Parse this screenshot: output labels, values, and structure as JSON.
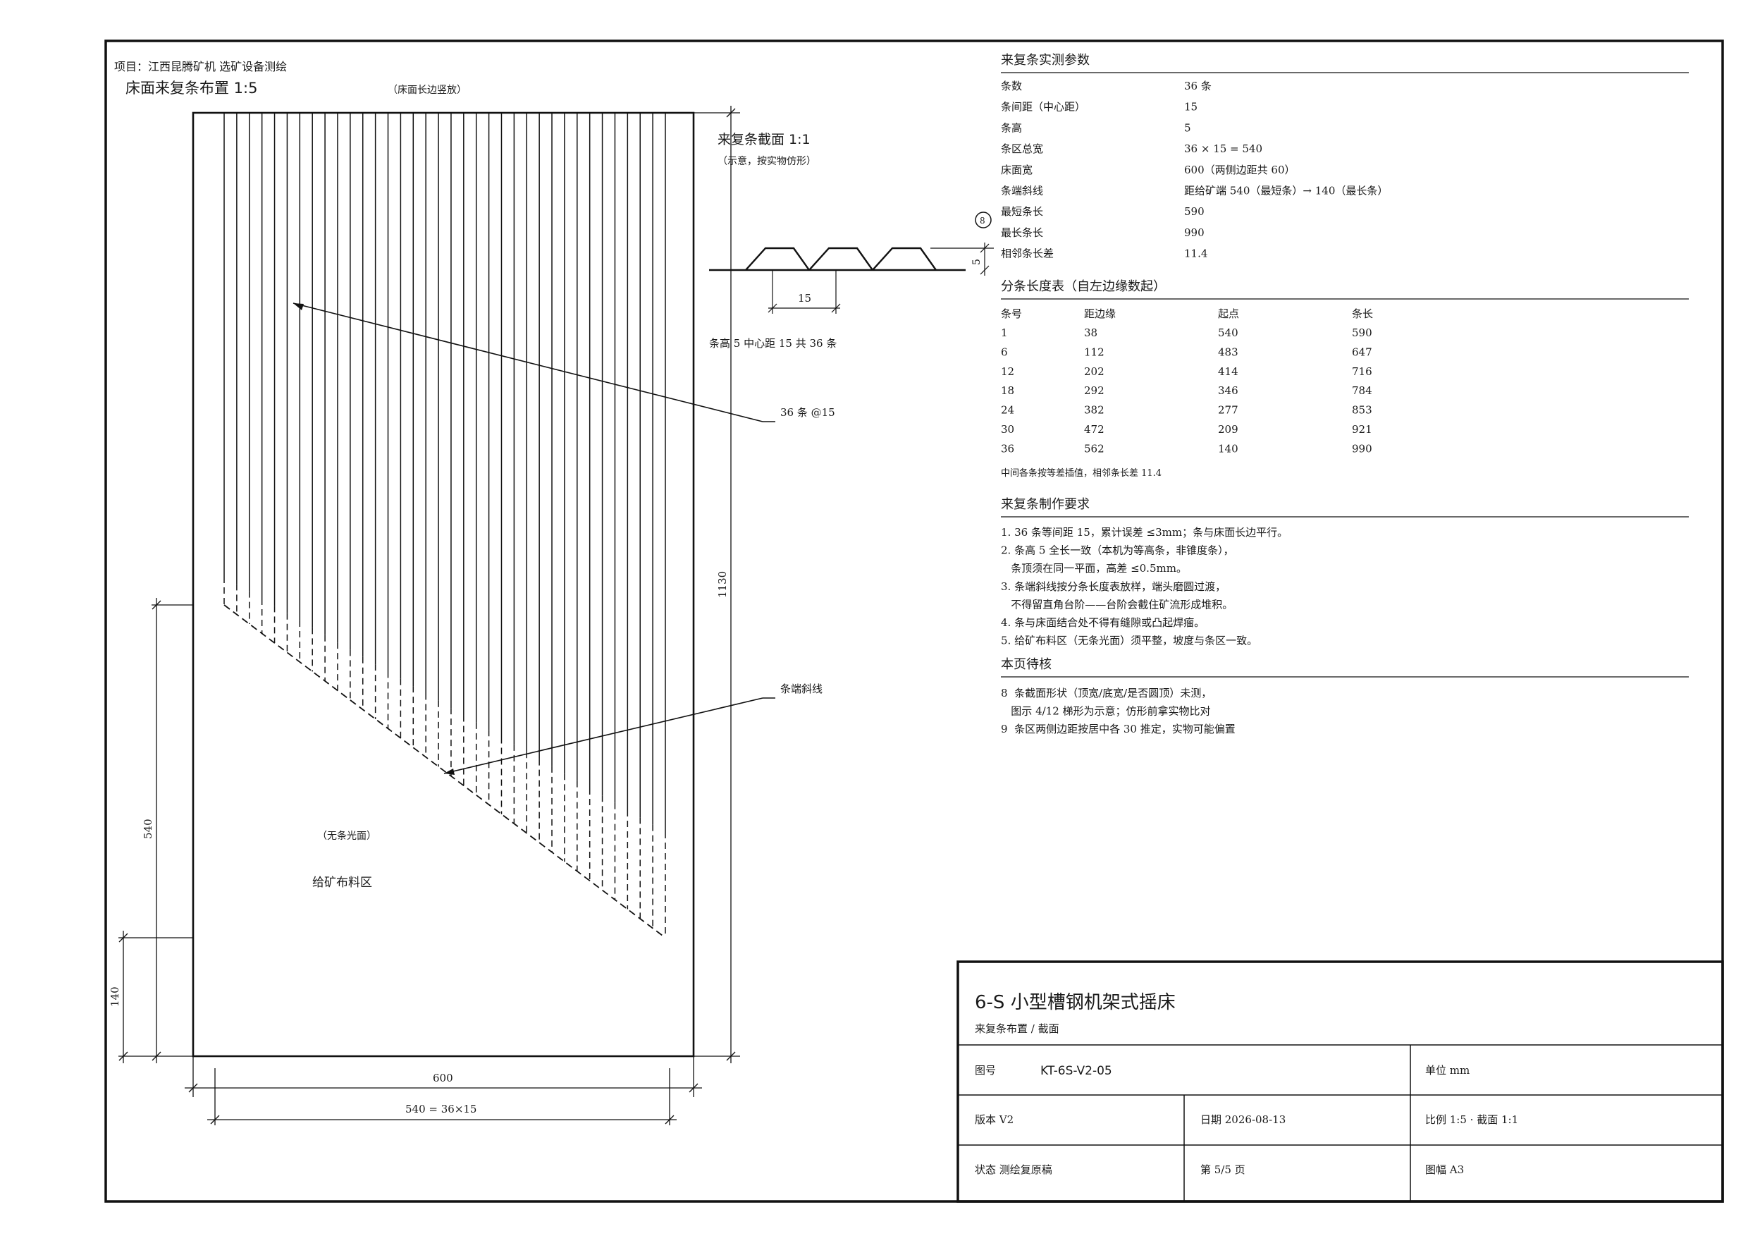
{
  "project": "项目：江西昆腾矿机  选矿设备测绘",
  "plan": {
    "title": "床面来复条布置  1:5",
    "note": "（床面长边竖放）",
    "bar_label": "36 条 @15",
    "slant_label": "条端斜线",
    "no_bar_note": "（无条光面）",
    "feed_zone": "给矿布料区",
    "dim_width": "600",
    "dim_bar_zone": "540 = 36×15",
    "dim_length": "1130",
    "dim_shortest": "540",
    "dim_longest_offset": "140"
  },
  "section": {
    "title": "来复条截面 1:1",
    "note": "（示意，按实物仿形）",
    "dim_height": "5",
    "dim_pitch": "15",
    "caption": "条高 5  中心距 15  共 36 条",
    "review_marker": "8"
  },
  "params": {
    "heading": "来复条实测参数",
    "rows": [
      {
        "k": "条数",
        "v": "36 条"
      },
      {
        "k": "条间距（中心距）",
        "v": "15"
      },
      {
        "k": "条高",
        "v": "5"
      },
      {
        "k": "条区总宽",
        "v": "36 × 15 = 540"
      },
      {
        "k": "床面宽",
        "v": "600（两侧边距共 60）"
      },
      {
        "k": "条端斜线",
        "v": "距给矿端 540（最短条）→ 140（最长条）"
      },
      {
        "k": "最短条长",
        "v": "590"
      },
      {
        "k": "最长条长",
        "v": "990"
      },
      {
        "k": "相邻条长差",
        "v": "11.4"
      }
    ]
  },
  "lengths": {
    "heading": "分条长度表（自左边缘数起）",
    "columns": [
      "条号",
      "距边缘",
      "起点",
      "条长"
    ],
    "rows": [
      [
        "1",
        "38",
        "540",
        "590"
      ],
      [
        "6",
        "112",
        "483",
        "647"
      ],
      [
        "12",
        "202",
        "414",
        "716"
      ],
      [
        "18",
        "292",
        "346",
        "784"
      ],
      [
        "24",
        "382",
        "277",
        "853"
      ],
      [
        "30",
        "472",
        "209",
        "921"
      ],
      [
        "36",
        "562",
        "140",
        "990"
      ]
    ],
    "footnote": "中间各条按等差插值，相邻条长差 11.4"
  },
  "requirements": {
    "heading": "来复条制作要求",
    "lines": [
      "1. 36 条等间距 15，累计误差 ≤3mm；条与床面长边平行。",
      "2. 条高 5 全长一致（本机为等高条，非锥度条），",
      "   条顶须在同一平面，高差 ≤0.5mm。",
      "3. 条端斜线按分条长度表放样，端头磨圆过渡，",
      "   不得留直角台阶——台阶会截住矿流形成堆积。",
      "4. 条与床面结合处不得有缝隙或凸起焊瘤。",
      "5. 给矿布料区（无条光面）须平整，坡度与条区一致。"
    ]
  },
  "pending": {
    "heading": "本页待核",
    "lines": [
      "8  条截面形状（顶宽/底宽/是否圆顶）未测，",
      "   图示 4/12 梯形为示意；仿形前拿实物比对",
      "9  条区两侧边距按居中各 30 推定，实物可能偏置"
    ]
  },
  "title_block": {
    "title": "6-S 小型槽钢机架式摇床",
    "subtitle": "来复条布置 / 截面",
    "drawing_no_label": "图号",
    "drawing_no": "KT-6S-V2-05",
    "unit": "单位 mm",
    "version": "版本 V2",
    "date": "日期 2026-08-13",
    "scale": "比例 1:5 · 截面 1:1",
    "status": "状态 测绘复原稿",
    "page": "第 5/5 页",
    "sheet_size": "图幅 A3"
  }
}
